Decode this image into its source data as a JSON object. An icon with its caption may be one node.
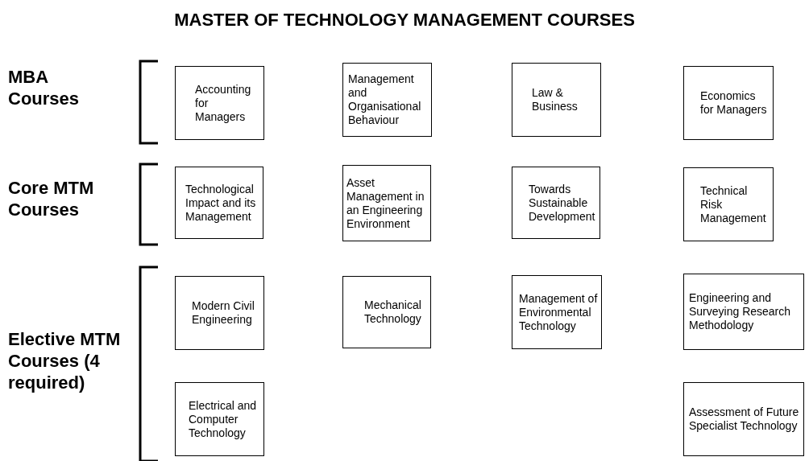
{
  "diagram": {
    "title": "MASTER OF TECHNOLOGY MANAGEMENT COURSES",
    "nodes": [
      {
        "text": [
          "Accounting for Managers"
        ]
      },
      {
        "text": [
          "Management and Organisational Behaviour"
        ]
      },
      {
        "text": [
          "Law & Business"
        ]
      },
      {
        "text": [
          "Economics for Managers"
        ]
      },
      {
        "text": [
          "Technological Impact and its Management"
        ]
      },
      {
        "text": [
          "Asset Management in an Engineering Environment"
        ]
      },
      {
        "text": [
          "Towards Sustainable Development"
        ]
      },
      {
        "text": [
          "Technical Risk Management"
        ]
      },
      {
        "text": [
          "Modern Civil Engineering"
        ]
      },
      {
        "text": [
          "Mechanical Technology"
        ]
      },
      {
        "text": [
          "Management of Environmental Technology"
        ]
      },
      {
        "text": [
          "Engineering and Surveying Research Methodology"
        ]
      },
      {
        "text": [
          "Electrical and Computer Technology"
        ]
      },
      {
        "text": [
          "Assessment of Future Specialist Technology"
        ]
      }
    ],
    "edges": [],
    "labels": [
      "MBA Courses",
      "Core MTM Courses",
      "Elective MTM Courses (4 required)"
    ]
  }
}
